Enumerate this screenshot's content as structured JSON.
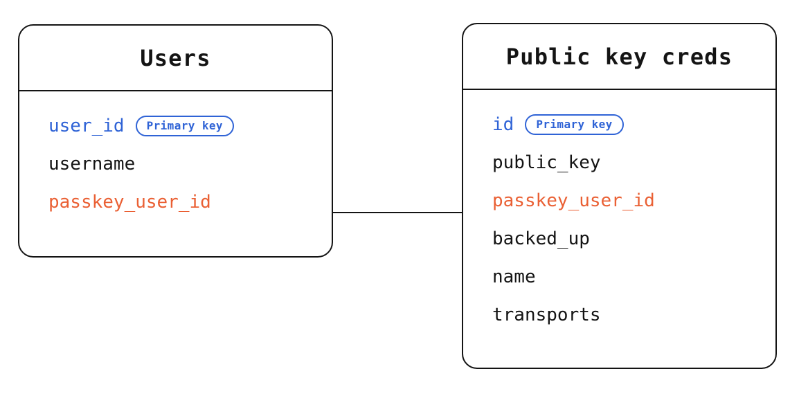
{
  "diagram": {
    "type": "entity-relationship-diagram",
    "background_color": "#ffffff",
    "colors": {
      "stroke": "#141414",
      "primary_key": "#2f63d6",
      "foreign_key": "#ea6034",
      "text": "#141414"
    },
    "entities": [
      {
        "id": "users",
        "title": "Users",
        "attributes": [
          {
            "name": "user_id",
            "role": "pk",
            "badge": "Primary key"
          },
          {
            "name": "username",
            "role": "plain",
            "badge": null
          },
          {
            "name": "passkey_user_id",
            "role": "fk",
            "badge": null
          }
        ]
      },
      {
        "id": "public-key-creds",
        "title": "Public key creds",
        "attributes": [
          {
            "name": "id",
            "role": "pk",
            "badge": "Primary key"
          },
          {
            "name": "public_key",
            "role": "plain",
            "badge": null
          },
          {
            "name": "passkey_user_id",
            "role": "fk",
            "badge": null
          },
          {
            "name": "backed_up",
            "role": "plain",
            "badge": null
          },
          {
            "name": "name",
            "role": "plain",
            "badge": null
          },
          {
            "name": "transports",
            "role": "plain",
            "badge": null
          }
        ]
      }
    ],
    "relationship": {
      "from": "users.passkey_user_id",
      "to": "public-key-creds.passkey_user_id",
      "style": "solid-line"
    }
  }
}
